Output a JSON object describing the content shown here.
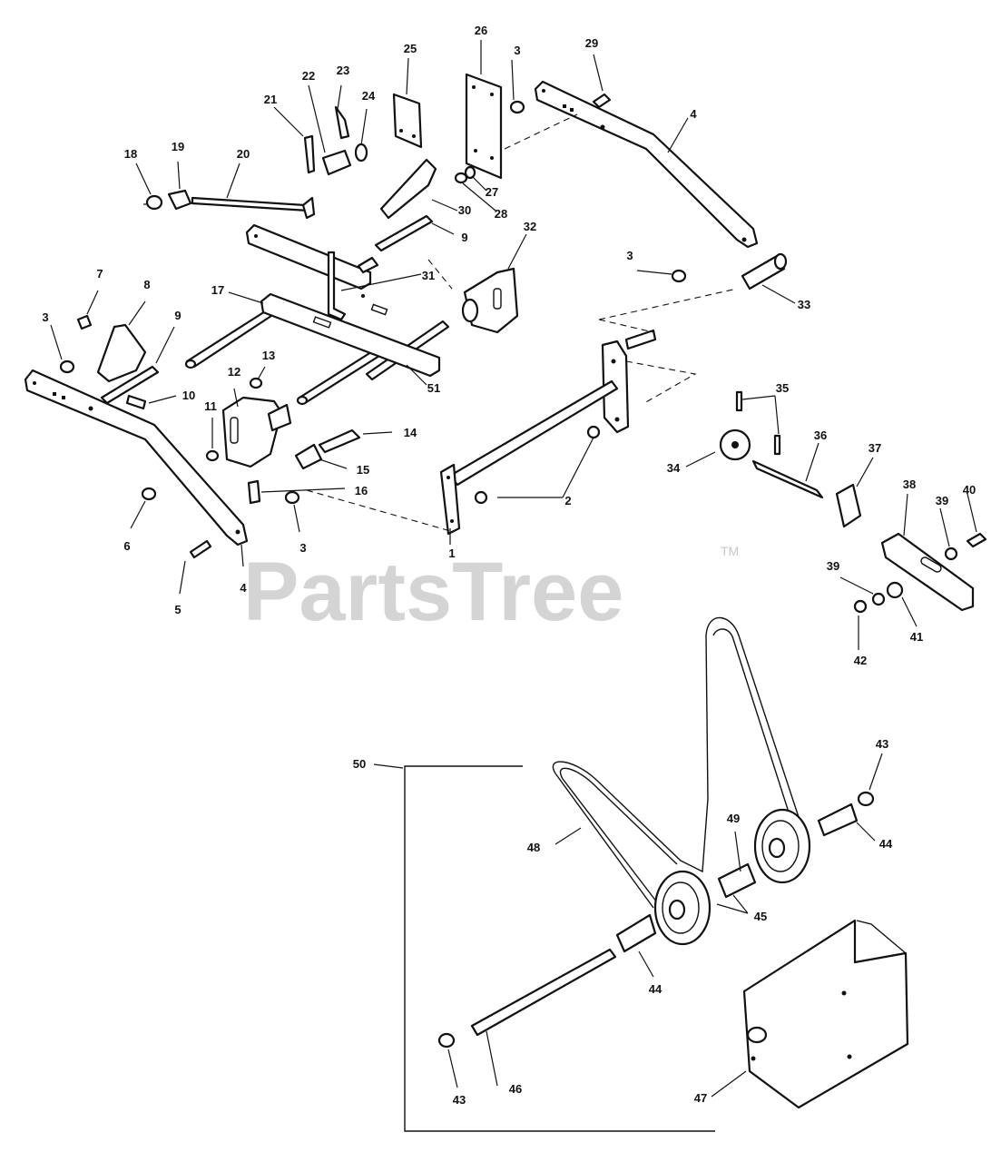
{
  "watermark": {
    "brand": "PartsTree",
    "trademark": "TM"
  },
  "callouts": [
    {
      "id": "c1",
      "label": "1"
    },
    {
      "id": "c2",
      "label": "2"
    },
    {
      "id": "c3a",
      "label": "3"
    },
    {
      "id": "c3b",
      "label": "3"
    },
    {
      "id": "c3c",
      "label": "3"
    },
    {
      "id": "c3d",
      "label": "3"
    },
    {
      "id": "c4a",
      "label": "4"
    },
    {
      "id": "c4b",
      "label": "4"
    },
    {
      "id": "c5",
      "label": "5"
    },
    {
      "id": "c6",
      "label": "6"
    },
    {
      "id": "c7",
      "label": "7"
    },
    {
      "id": "c8",
      "label": "8"
    },
    {
      "id": "c9a",
      "label": "9"
    },
    {
      "id": "c9b",
      "label": "9"
    },
    {
      "id": "c10",
      "label": "10"
    },
    {
      "id": "c11",
      "label": "11"
    },
    {
      "id": "c12",
      "label": "12"
    },
    {
      "id": "c13",
      "label": "13"
    },
    {
      "id": "c14",
      "label": "14"
    },
    {
      "id": "c15",
      "label": "15"
    },
    {
      "id": "c16",
      "label": "16"
    },
    {
      "id": "c17",
      "label": "17"
    },
    {
      "id": "c18",
      "label": "18"
    },
    {
      "id": "c19",
      "label": "19"
    },
    {
      "id": "c20",
      "label": "20"
    },
    {
      "id": "c21",
      "label": "21"
    },
    {
      "id": "c22",
      "label": "22"
    },
    {
      "id": "c23",
      "label": "23"
    },
    {
      "id": "c24",
      "label": "24"
    },
    {
      "id": "c25",
      "label": "25"
    },
    {
      "id": "c26",
      "label": "26"
    },
    {
      "id": "c27",
      "label": "27"
    },
    {
      "id": "c28",
      "label": "28"
    },
    {
      "id": "c29",
      "label": "29"
    },
    {
      "id": "c30",
      "label": "30"
    },
    {
      "id": "c31",
      "label": "31"
    },
    {
      "id": "c32",
      "label": "32"
    },
    {
      "id": "c33",
      "label": "33"
    },
    {
      "id": "c34",
      "label": "34"
    },
    {
      "id": "c35",
      "label": "35"
    },
    {
      "id": "c36",
      "label": "36"
    },
    {
      "id": "c37",
      "label": "37"
    },
    {
      "id": "c38",
      "label": "38"
    },
    {
      "id": "c39a",
      "label": "39"
    },
    {
      "id": "c39b",
      "label": "39"
    },
    {
      "id": "c40",
      "label": "40"
    },
    {
      "id": "c41",
      "label": "41"
    },
    {
      "id": "c42",
      "label": "42"
    },
    {
      "id": "c43a",
      "label": "43"
    },
    {
      "id": "c43b",
      "label": "43"
    },
    {
      "id": "c44a",
      "label": "44"
    },
    {
      "id": "c44b",
      "label": "44"
    },
    {
      "id": "c45",
      "label": "45"
    },
    {
      "id": "c46",
      "label": "46"
    },
    {
      "id": "c47",
      "label": "47"
    },
    {
      "id": "c48",
      "label": "48"
    },
    {
      "id": "c49",
      "label": "49"
    },
    {
      "id": "c50",
      "label": "50"
    },
    {
      "id": "c51",
      "label": "51"
    }
  ]
}
